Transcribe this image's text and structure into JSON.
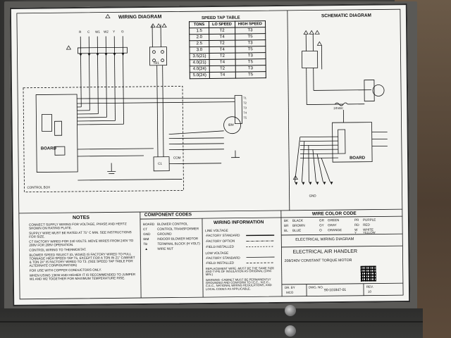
{
  "wiring_title": "WIRING DIAGRAM",
  "speed_tap": {
    "title": "SPEED TAP TABLE",
    "headers": [
      "TONS",
      "LO SPEED",
      "HIGH SPEED"
    ],
    "rows": [
      [
        "1.5",
        "T2",
        "T3"
      ],
      [
        "2.0",
        "T4",
        "T5"
      ],
      [
        "2.5",
        "T2",
        "T3"
      ],
      [
        "3.0",
        "T4",
        "T5"
      ],
      [
        "3.5(21)",
        "T2",
        "T3"
      ],
      [
        "4.0(21)",
        "T4",
        "T5"
      ],
      [
        "4.0(24)",
        "T2",
        "T3"
      ],
      [
        "5.0(24)",
        "T4",
        "T5"
      ]
    ]
  },
  "schematic_title": "SCHEMATIC DIAGRAM",
  "diagram_labels": {
    "board": "BOARD",
    "control_box": "CONTROL BOX",
    "tb1": "TB1",
    "c1": "C1",
    "ibm": "IBM",
    "com": "COM",
    "v24": "24VAC",
    "schem_board": "BOARD",
    "gnd": "GND",
    "t1": "T1",
    "t2": "T2",
    "t3": "T3",
    "t4": "T4",
    "t5": "T5",
    "term_top": [
      "R",
      "C",
      "W1",
      "W2",
      "Y",
      "G"
    ]
  },
  "notes": {
    "title": "NOTES",
    "items": [
      "CONNECT SUPPLY WIRING FOR VOLTAGE, PHASE AND HERTZ SHOWN ON RATING PLATE.",
      "SUPPLY WIRE MUST BE RATED AT 75° C MIN. SEE INSTRUCTIONS FOR SIZE.",
      "CT FACTORY WIRED FOR 240 VOLTS. MOVE WIRES FROM 240V TO 208V FOR 208V OPERATION.",
      "CONTROL WIRING TO THERMOSTAT.",
      "BLOWER SPEED SELECT (G, W1W2) IS FACTORY WIRED TO FULL TONNAGE HIGH SPEED TAP T5, EXCEPT FOR A TON IN 21\" CABINET & TON 24\" IS FACTORY WIRED TO T3. (SEE SPEED TAP TABLE FOR ALTERNATE CONFIGURATION)",
      "FOR USE WITH COPPER CONDUCTORS ONLY.",
      "WHEN USING 13KW AND HIGHER IT IS RECOMMENDED TO JUMPER W1 AND W2 TOGETHER FOR MAXIMUM TEMPERATURE RISE."
    ]
  },
  "component_codes": {
    "title": "COMPONENT CODES",
    "rows": [
      [
        "BOARD",
        "BLOWER CONTROL"
      ],
      [
        "CT",
        "CONTROL TRANSFORMER"
      ],
      [
        "GND",
        "GROUND"
      ],
      [
        "IBM",
        "INDOOR BLOWER MOTOR"
      ],
      [
        "TB",
        "TERMINAL BLOCK (H VOLT)"
      ],
      [
        "▲",
        "WIRE NUT"
      ]
    ]
  },
  "wiring_information": {
    "title": "WIRING INFORMATION",
    "line_voltage": "LINE VOLTAGE",
    "lv_items": [
      "-FACTORY STANDARD",
      "-FACTORY OPTION",
      "-FIELD INSTALLED"
    ],
    "low_voltage": "LOW VOLTAGE",
    "low_items": [
      "-FACTORY STANDARD",
      "-FIELD INSTALLED"
    ],
    "replacement": "REPLACEMENT WIRE -MUST BE THE SAME SIZE AND TYPE OF INSULATION AS ORIGINAL (105C MIN.)",
    "warning": "WARNING -CABINET MUST BE PERMANENTLY GROUNDED AND CONFORM TO I.E.C., N.E.C., C.E.C., NATIONAL WIRING REGULATIONS, AND LOCAL CODES AS APPLICABLE."
  },
  "wire_color_code": {
    "title": "WIRE COLOR CODE",
    "entries": [
      [
        "BK",
        "BLACK"
      ],
      [
        "GR",
        "GREEN"
      ],
      [
        "PR",
        "PURPLE"
      ],
      [
        "BR",
        "BROWN"
      ],
      [
        "GY",
        "GRAY"
      ],
      [
        "RD",
        "RED"
      ],
      [
        "BL",
        "BLUE"
      ],
      [
        "O",
        "ORANGE"
      ],
      [
        "W",
        "WHITE"
      ],
      [
        "Y",
        "YELLOW"
      ]
    ]
  },
  "title_block": {
    "diagram_name": "ELECTRICAL WIRING DIAGRAM",
    "product": "ELECTRICAL AIR HANDLER",
    "motor": "208/240V CONSTANT TORQUE MOTOR",
    "dr_label": "DR. BY",
    "dr_value": "MCO",
    "dwg_label": "DWG. NO.",
    "dwg_value": "90-101847-01",
    "rev_label": "REV.",
    "rev_value": "10"
  },
  "colors": {
    "label_bg": "#f4f4f1",
    "ink": "#111111",
    "cabinet": "#4a4946"
  }
}
